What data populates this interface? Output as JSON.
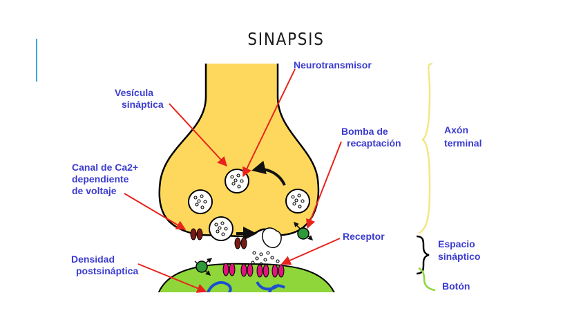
{
  "slide": {
    "title": "SINAPSIS"
  },
  "labels": {
    "neurotransmisor": "Neurotransmisor",
    "vesicula_1": "Vesícula",
    "vesicula_2": "sináptica",
    "bomba_1": "Bomba de",
    "bomba_2": "recaptación",
    "canal_1": "Canal de Ca2+",
    "canal_2": "dependiente",
    "canal_3": "de voltaje",
    "receptor": "Receptor",
    "densidad_1": "Densidad",
    "densidad_2": "postsináptica",
    "axon_1": "Axón",
    "axon_2": "terminal",
    "espacio_1": "Espacio",
    "espacio_2": "sináptico",
    "boton": "Botón"
  },
  "colors": {
    "presynaptic": "#fed85d",
    "postsynaptic": "#8ed63a",
    "label_text": "#3b3bd0",
    "arrow": "#e8231b",
    "calcium_channel": "#7a1a14",
    "receptor": "#e0157c",
    "pump": "#2e9a3a",
    "axon_brace": "#f3e783",
    "espacio_brace": "#000000",
    "boton_brace": "#8ed63a",
    "accent_line": "#3aa6d8"
  }
}
